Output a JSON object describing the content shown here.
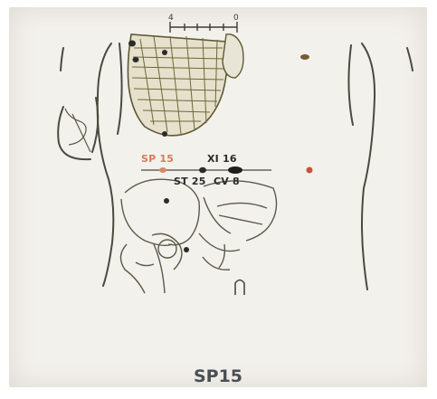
{
  "figure": {
    "points": [
      {
        "label": "SP 15",
        "color": "#d77a5a"
      },
      {
        "label": "XI 16",
        "color": "#2b2b2b"
      },
      {
        "label": "ST 25",
        "color": "#2b2b2b"
      },
      {
        "label": "CV 8",
        "color": "#2b2b2b"
      }
    ],
    "scale_labels": [
      "4",
      "0"
    ],
    "caption": "SP15"
  },
  "colors": {
    "line": "#4a4a40",
    "rib_hatch": "#6b6a3a",
    "accent_point": "#c8553a",
    "background": "#f3f1ec"
  }
}
